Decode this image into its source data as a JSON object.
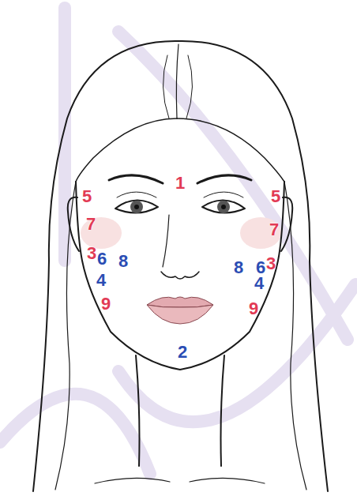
{
  "diagram": {
    "labels": [
      "1",
      "5",
      "5",
      "7",
      "7",
      "3",
      "6",
      "8",
      "8",
      "6",
      "3",
      "4",
      "4",
      "9",
      "9",
      "2"
    ]
  }
}
